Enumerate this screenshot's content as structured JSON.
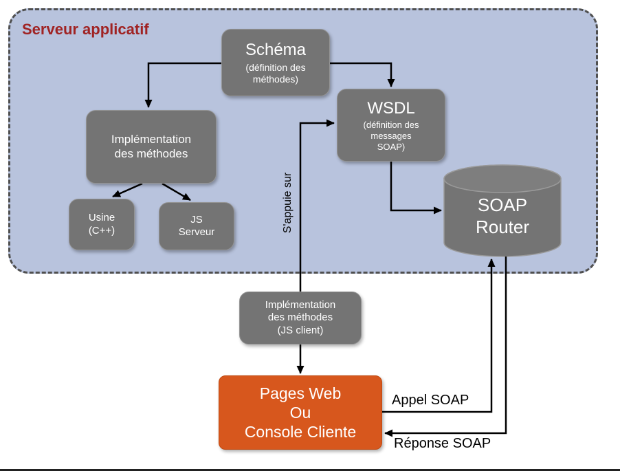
{
  "diagram": {
    "server_group_label": "Serveur applicatif",
    "nodes": {
      "schema": {
        "title": "Schéma",
        "subtitle": "(définition des\nméthodes)"
      },
      "impl_methods": {
        "title": "Implémentation\ndes méthodes"
      },
      "usine": {
        "title": "Usine\n(C++)"
      },
      "js_serveur": {
        "title": "JS\nServeur"
      },
      "wsdl": {
        "title": "WSDL",
        "subtitle": "(définition  des\nmessages\nSOAP)"
      },
      "soap_router": {
        "title": "SOAP\nRouter"
      },
      "impl_js_client": {
        "title": "Implémentation\ndes méthodes\n(JS client)"
      },
      "pages_web": {
        "title": "Pages Web\nOu\nConsole Cliente"
      }
    },
    "edge_labels": {
      "sappuie_sur": "S'appuie sur",
      "appel_soap": "Appel SOAP",
      "reponse_soap": "Réponse SOAP"
    },
    "colors": {
      "group_background": "#b8c3dd",
      "group_border": "#4f4f4f",
      "node_gray": "#747474",
      "node_orange": "#d7571d",
      "title_red": "#a02323",
      "arrow": "#000000",
      "node_text": "#ffffff"
    }
  }
}
